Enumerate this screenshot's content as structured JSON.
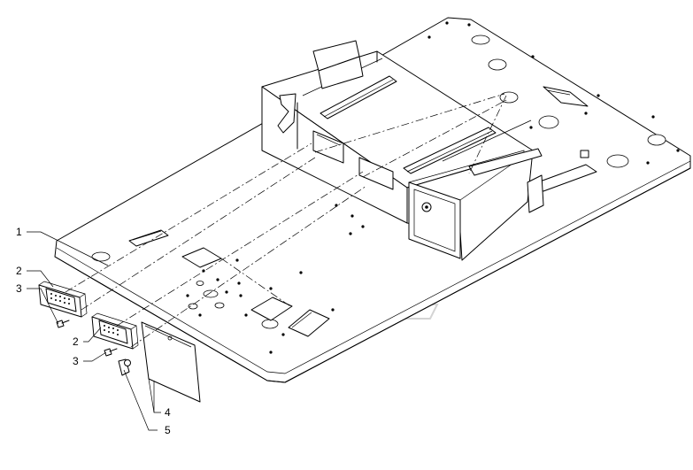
{
  "callouts": [
    {
      "id": "callout-1",
      "label": "1",
      "target": "base-plate"
    },
    {
      "id": "callout-2a",
      "label": "2",
      "target": "connector-block-left"
    },
    {
      "id": "callout-3a",
      "label": "3",
      "target": "screw-left"
    },
    {
      "id": "callout-2b",
      "label": "2",
      "target": "connector-block-right"
    },
    {
      "id": "callout-3b",
      "label": "3",
      "target": "screw-right"
    },
    {
      "id": "callout-4",
      "label": "4",
      "target": "cover-plate"
    },
    {
      "id": "callout-5",
      "label": "5",
      "target": "latch"
    }
  ],
  "colors": {
    "line": "#000000",
    "background": "#ffffff",
    "watermark": "#d4d4d4"
  }
}
